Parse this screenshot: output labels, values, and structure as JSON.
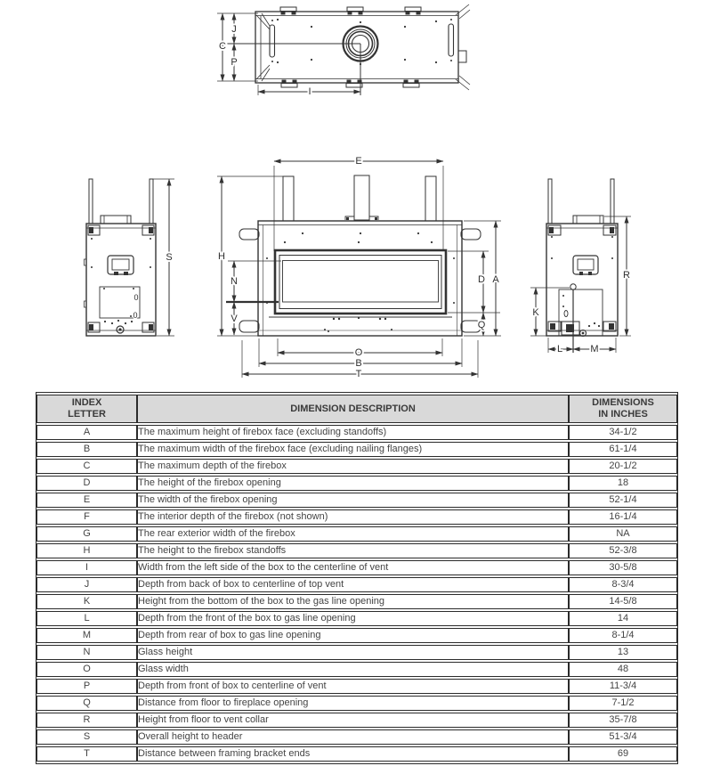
{
  "diagram": {
    "labels": {
      "C": "C",
      "J": "J",
      "P": "P",
      "I": "I",
      "E": "E",
      "H": "H",
      "N": "N",
      "V": "V",
      "D": "D",
      "A": "A",
      "Q": "Q",
      "O": "O",
      "B": "B",
      "T": "T",
      "S": "S",
      "R": "R",
      "K": "K",
      "L": "L",
      "M": "M",
      "zero": "0"
    }
  },
  "table": {
    "headers": {
      "index": "INDEX\nLETTER",
      "description": "DIMENSION DESCRIPTION",
      "inches": "DIMENSIONS\nIN INCHES"
    },
    "rows": [
      {
        "letter": "A",
        "description": "The maximum height of firebox face (excluding standoffs)",
        "inches": "34-1/2"
      },
      {
        "letter": "B",
        "description": "The maximum width of the firebox face (excluding nailing flanges)",
        "inches": "61-1/4"
      },
      {
        "letter": "C",
        "description": "The maximum depth of the firebox",
        "inches": "20-1/2"
      },
      {
        "letter": "D",
        "description": "The height of the firebox opening",
        "inches": "18"
      },
      {
        "letter": "E",
        "description": "The width of the firebox opening",
        "inches": "52-1/4"
      },
      {
        "letter": "F",
        "description": "The interior depth of the firebox (not shown)",
        "inches": "16-1/4"
      },
      {
        "letter": "G",
        "description": "The rear exterior width of the firebox",
        "inches": "NA"
      },
      {
        "letter": "H",
        "description": "The height to the firebox standoffs",
        "inches": "52-3/8"
      },
      {
        "letter": "I",
        "description": "Width from the left side of the box to the centerline of vent",
        "inches": "30-5/8"
      },
      {
        "letter": "J",
        "description": "Depth from back of box to centerline of top vent",
        "inches": "8-3/4"
      },
      {
        "letter": "K",
        "description": "Height from the bottom of the box to the gas line opening",
        "inches": "14-5/8"
      },
      {
        "letter": "L",
        "description": "Depth from the front of the box to gas line opening",
        "inches": "14"
      },
      {
        "letter": "M",
        "description": "Depth from rear of box to gas line opening",
        "inches": "8-1/4"
      },
      {
        "letter": "N",
        "description": "Glass height",
        "inches": "13"
      },
      {
        "letter": "O",
        "description": "Glass width",
        "inches": "48"
      },
      {
        "letter": "P",
        "description": "Depth from front of box to centerline of vent",
        "inches": "11-3/4"
      },
      {
        "letter": "Q",
        "description": "Distance from floor to fireplace opening",
        "inches": "7-1/2"
      },
      {
        "letter": "R",
        "description": "Height from floor to vent collar",
        "inches": "35-7/8"
      },
      {
        "letter": "S",
        "description": "Overall height to header",
        "inches": "51-3/4"
      },
      {
        "letter": "T",
        "description": "Distance between framing bracket ends",
        "inches": "69"
      }
    ]
  }
}
